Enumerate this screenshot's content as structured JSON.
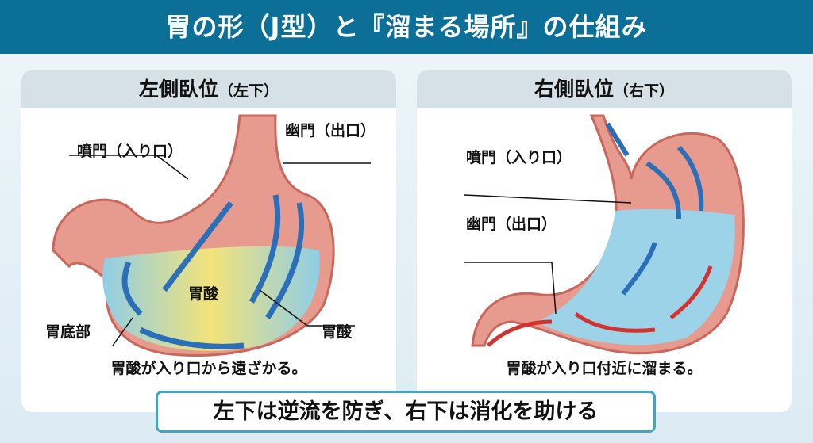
{
  "title": "胃の形（J型）と『溜まる場所』の仕組み",
  "left": {
    "heading": "左側臥位",
    "heading_sub": "（左下）",
    "labels": {
      "cardia": "噴門（入り口）",
      "pylorus": "幽門（出口）",
      "acid_center": "胃酸",
      "fundus": "胃底部",
      "acid": "胃酸"
    },
    "caption": "胃酸が入り口から遠ざかる。"
  },
  "right": {
    "heading": "右側臥位",
    "heading_sub": "（右下）",
    "labels": {
      "cardia": "噴門（入り口）",
      "pylorus": "幽門（出口）"
    },
    "caption": "胃酸が入り口付近に溜まる。"
  },
  "banner": "左下は逆流を防ぎ、右下は消化を助ける",
  "colors": {
    "header": "#0c6f97",
    "stomach": "#e79a8e",
    "acid": "#8fcde6",
    "arrow_blue": "#2a6fb8",
    "arrow_red": "#d2332f"
  }
}
